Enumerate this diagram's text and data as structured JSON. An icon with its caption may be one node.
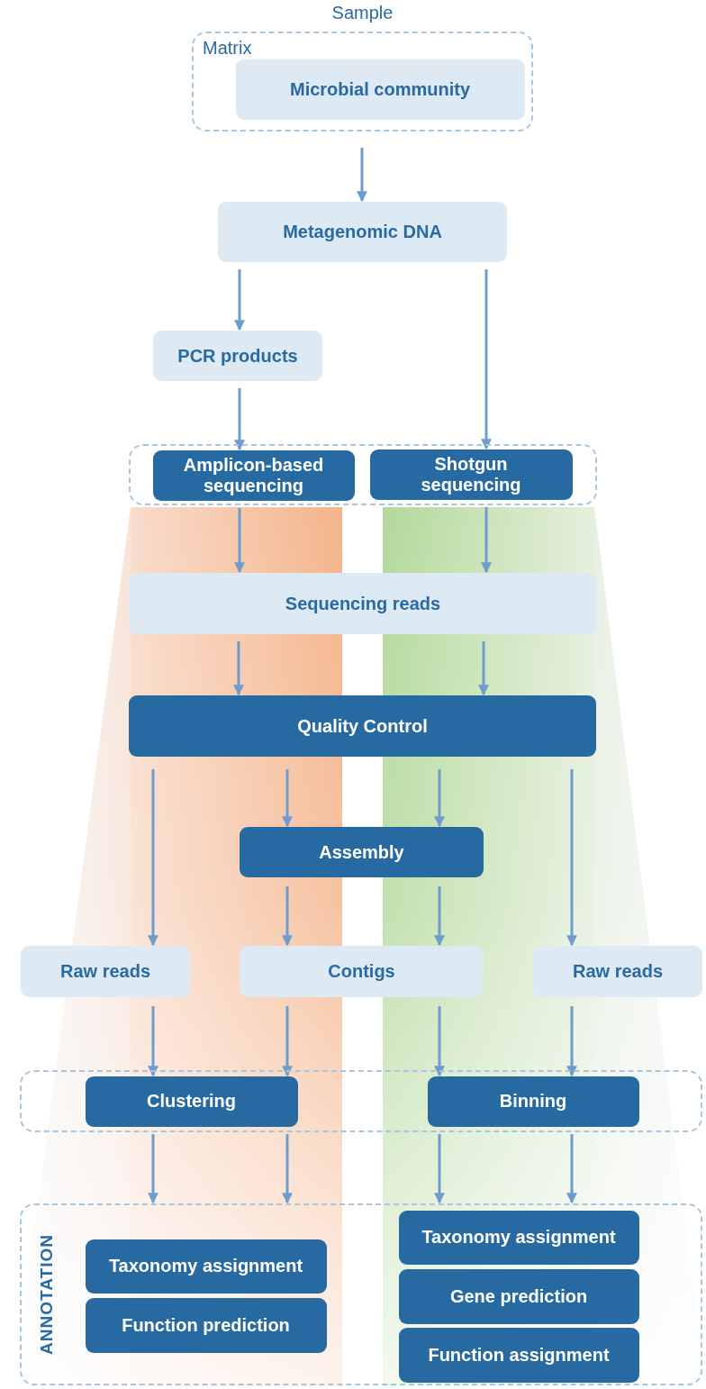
{
  "diagram": {
    "nodes": [
      {
        "text": [
          "Sample",
          "Matrix"
        ]
      },
      {
        "text": [
          "Microbial community"
        ],
        "in": 0
      },
      {
        "text": [
          "Metagenomic DNA"
        ]
      },
      {
        "text": [
          "PCR products"
        ]
      },
      {
        "text": [],
        "shape": "box"
      },
      {
        "text": [
          "Amplicon-based sequencing"
        ],
        "in": 4
      },
      {
        "text": [
          "Shotgun sequencing"
        ],
        "in": 4
      },
      {
        "text": [
          "Sequencing reads"
        ]
      },
      {
        "text": [
          "Quality Control"
        ]
      },
      {
        "text": [
          "Assembly"
        ]
      },
      {
        "text": [
          "Raw reads"
        ]
      },
      {
        "text": [
          "Contigs"
        ]
      },
      {
        "text": [
          "Raw reads"
        ]
      },
      {
        "text": [],
        "shape": "box"
      },
      {
        "text": [
          "Clustering"
        ],
        "in": 13
      },
      {
        "text": [
          "Binning"
        ],
        "in": 13
      },
      {
        "text": [
          "ANNOTATION"
        ]
      },
      {
        "text": [
          "Taxonomy assignment"
        ],
        "in": 16
      },
      {
        "text": [
          "Function prediction"
        ],
        "in": 16
      },
      {
        "text": [
          "Taxonomy assignment"
        ],
        "in": 16
      },
      {
        "text": [
          "Gene prediction"
        ],
        "in": 16
      },
      {
        "text": [
          "Function assignment"
        ],
        "in": 16
      }
    ],
    "edges": [
      {
        "from": 0,
        "to": 2,
        "arrow": "to"
      },
      {
        "from": 2,
        "to": 3,
        "arrow": "to"
      },
      {
        "from": 2,
        "to": 6,
        "arrow": "to"
      },
      {
        "from": 3,
        "to": 5,
        "arrow": "to"
      },
      {
        "from": 5,
        "to": 7,
        "arrow": "to"
      },
      {
        "from": 6,
        "to": 7,
        "arrow": "to"
      },
      {
        "from": 7,
        "to": 8,
        "arrow": "to"
      },
      {
        "from": 7,
        "to": 8,
        "arrow": "to"
      },
      {
        "from": 8,
        "to": 10,
        "arrow": "to"
      },
      {
        "from": 8,
        "to": 9,
        "arrow": "to"
      },
      {
        "from": 8,
        "to": 9,
        "arrow": "to"
      },
      {
        "from": 8,
        "to": 12,
        "arrow": "to"
      },
      {
        "from": 9,
        "to": 11,
        "arrow": "to"
      },
      {
        "from": 9,
        "to": 11,
        "arrow": "to"
      },
      {
        "from": 10,
        "to": 14,
        "arrow": "to"
      },
      {
        "from": 11,
        "to": 14,
        "arrow": "to"
      },
      {
        "from": 11,
        "to": 15,
        "arrow": "to"
      },
      {
        "from": 12,
        "to": 15,
        "arrow": "to"
      },
      {
        "from": 14,
        "to": 16,
        "arrow": "to"
      },
      {
        "from": 14,
        "to": 16,
        "arrow": "to"
      },
      {
        "from": 15,
        "to": 16,
        "arrow": "to"
      },
      {
        "from": 15,
        "to": 16,
        "arrow": "to"
      }
    ]
  }
}
